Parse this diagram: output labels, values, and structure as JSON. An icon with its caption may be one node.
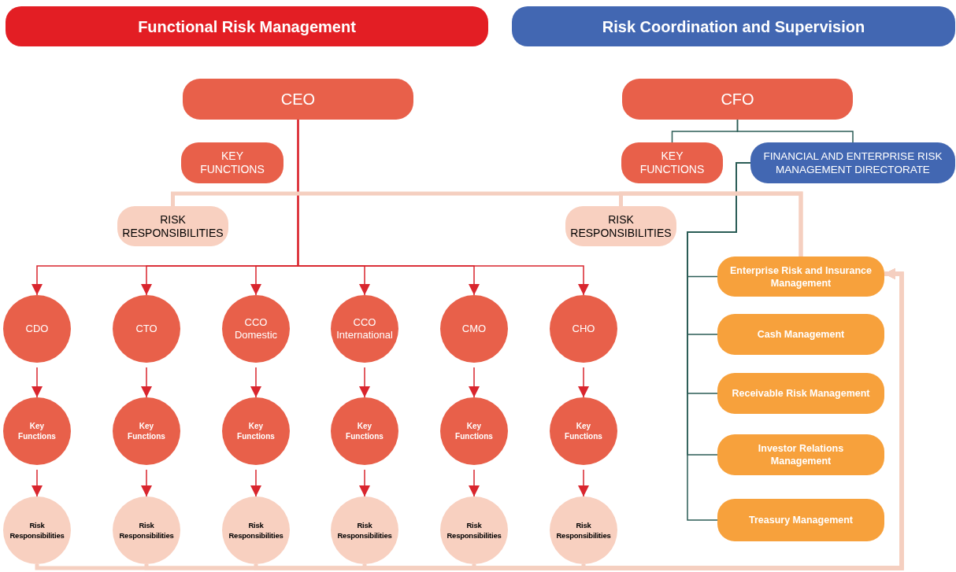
{
  "diagram": {
    "nodes": [
      {
        "text": [
          "Functional Risk Management"
        ]
      },
      {
        "text": [
          "Risk Coordination and Supervision"
        ]
      },
      {
        "text": [
          "CEO"
        ]
      },
      {
        "text": [
          "KEY FUNCTIONS"
        ]
      },
      {
        "text": [
          "CFO"
        ]
      },
      {
        "text": [
          "KEY FUNCTIONS"
        ]
      },
      {
        "text": [
          "FINANCIAL AND ENTERPRISE RISK MANAGEMENT DIRECTORATE"
        ]
      },
      {
        "text": [
          "RISK RESPONSIBILITIES"
        ]
      },
      {
        "text": [
          "RISK RESPONSIBILITIES"
        ]
      },
      {
        "text": [
          "Enterprise Risk and Insurance Management"
        ]
      },
      {
        "text": [
          "Cash Management"
        ]
      },
      {
        "text": [
          "Receivable Risk Management"
        ]
      },
      {
        "text": [
          "Investor Relations Management"
        ]
      },
      {
        "text": [
          "Treasury Management"
        ]
      },
      {
        "text": [
          "CDO"
        ]
      },
      {
        "text": [
          "CTO"
        ]
      },
      {
        "text": [
          "CCO Domestic"
        ]
      },
      {
        "text": [
          "CCO International"
        ]
      },
      {
        "text": [
          "CMO"
        ]
      },
      {
        "text": [
          "CHO"
        ]
      },
      {
        "text": [
          "Key Functions"
        ]
      },
      {
        "text": [
          "Key Functions"
        ]
      },
      {
        "text": [
          "Key Functions"
        ]
      },
      {
        "text": [
          "Key Functions"
        ]
      },
      {
        "text": [
          "Key Functions"
        ]
      },
      {
        "text": [
          "Key Functions"
        ]
      },
      {
        "text": [
          "Risk Responsibilities"
        ]
      },
      {
        "text": [
          "Risk Responsibilities"
        ]
      },
      {
        "text": [
          "Risk Responsibilities"
        ]
      },
      {
        "text": [
          "Risk Responsibilities"
        ]
      },
      {
        "text": [
          "Risk Responsibilities"
        ]
      },
      {
        "text": [
          "Risk Responsibilities"
        ]
      }
    ],
    "edges": [
      {
        "from": 2,
        "to": 14,
        "arrow": "to"
      },
      {
        "from": 2,
        "to": 15,
        "arrow": "to"
      },
      {
        "from": 2,
        "to": 16,
        "arrow": "to"
      },
      {
        "from": 2,
        "to": 17,
        "arrow": "to"
      },
      {
        "from": 2,
        "to": 18,
        "arrow": "to"
      },
      {
        "from": 2,
        "to": 19,
        "arrow": "to"
      },
      {
        "from": 14,
        "to": 20,
        "arrow": "to"
      },
      {
        "from": 15,
        "to": 21,
        "arrow": "to"
      },
      {
        "from": 16,
        "to": 22,
        "arrow": "to"
      },
      {
        "from": 17,
        "to": 23,
        "arrow": "to"
      },
      {
        "from": 18,
        "to": 24,
        "arrow": "to"
      },
      {
        "from": 19,
        "to": 25,
        "arrow": "to"
      },
      {
        "from": 20,
        "to": 26,
        "arrow": "to"
      },
      {
        "from": 21,
        "to": 27,
        "arrow": "to"
      },
      {
        "from": 22,
        "to": 28,
        "arrow": "to"
      },
      {
        "from": 23,
        "to": 29,
        "arrow": "to"
      },
      {
        "from": 24,
        "to": 30,
        "arrow": "to"
      },
      {
        "from": 25,
        "to": 31,
        "arrow": "to"
      },
      {
        "from": 4,
        "to": 5,
        "arrow": "none",
        "color": "#2b5c55"
      },
      {
        "from": 4,
        "to": 6,
        "arrow": "none",
        "color": "#2b5c55"
      },
      {
        "from": 6,
        "to": 9,
        "arrow": "none",
        "color": "#2b5c55"
      },
      {
        "from": 6,
        "to": 10,
        "arrow": "none",
        "color": "#2b5c55"
      },
      {
        "from": 6,
        "to": 11,
        "arrow": "none",
        "color": "#2b5c55"
      },
      {
        "from": 6,
        "to": 12,
        "arrow": "none",
        "color": "#2b5c55"
      },
      {
        "from": 6,
        "to": 13,
        "arrow": "none",
        "color": "#2b5c55"
      },
      {
        "from": 7,
        "to": 9,
        "arrow": "none",
        "style": "thick",
        "color": "#f5cfc0"
      },
      {
        "from": 8,
        "to": 9,
        "arrow": "none",
        "style": "thick",
        "color": "#f5cfc0"
      },
      {
        "from": 26,
        "to": 9,
        "arrow": "to",
        "style": "thick",
        "color": "#f5cfc0"
      },
      {
        "from": 27,
        "to": 9,
        "arrow": "to",
        "style": "thick",
        "color": "#f5cfc0"
      },
      {
        "from": 28,
        "to": 9,
        "arrow": "to",
        "style": "thick",
        "color": "#f5cfc0"
      },
      {
        "from": 29,
        "to": 9,
        "arrow": "to",
        "style": "thick",
        "color": "#f5cfc0"
      },
      {
        "from": 30,
        "to": 9,
        "arrow": "to",
        "style": "thick",
        "color": "#f5cfc0"
      },
      {
        "from": 31,
        "to": 9,
        "arrow": "to",
        "style": "thick",
        "color": "#f5cfc0"
      }
    ]
  }
}
